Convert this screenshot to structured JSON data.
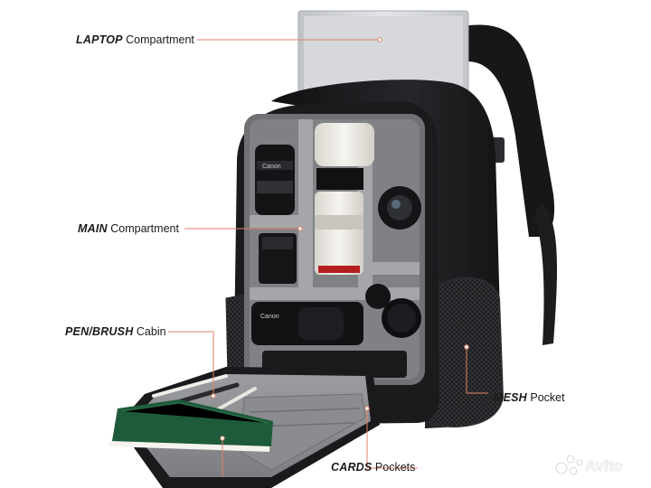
{
  "callouts": [
    {
      "id": "laptop",
      "emphasis": "LAPTOP",
      "rest": " Compartment"
    },
    {
      "id": "main",
      "emphasis": "MAIN",
      "rest": " Compartment"
    },
    {
      "id": "pen",
      "emphasis": "PEN/BRUSH",
      "rest": " Cabin"
    },
    {
      "id": "mesh",
      "emphasis": "MESH",
      "rest": " Pocket"
    },
    {
      "id": "cards",
      "emphasis": "CARDS",
      "rest": " Pockets"
    }
  ],
  "lens_brand": "Canon",
  "watermark": "Avito",
  "colors": {
    "leader": "#e0826a",
    "bag": "#1c1c1e",
    "lining": "#8e9094",
    "laptop": "#cfd1d4"
  }
}
